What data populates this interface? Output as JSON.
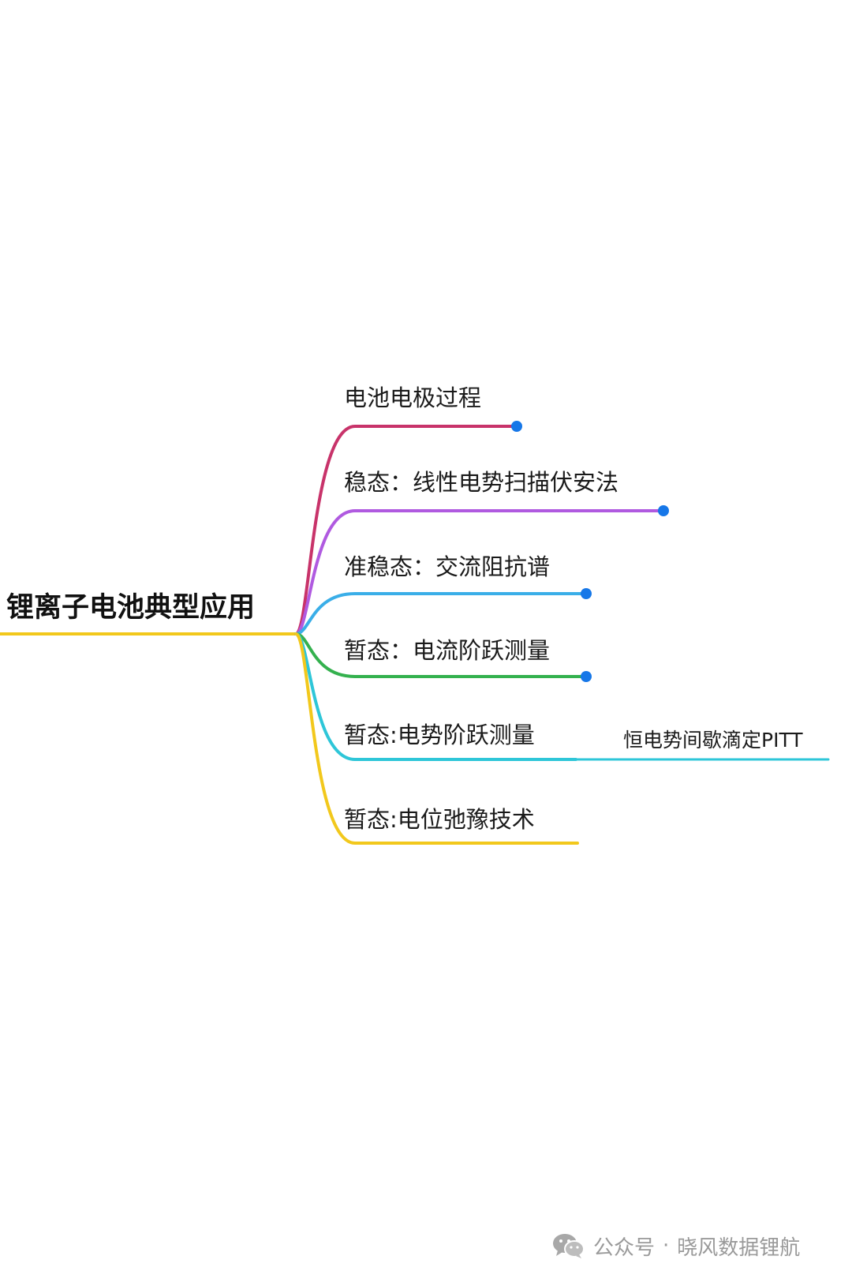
{
  "mindmap": {
    "root": {
      "label": "锂离子电池典型应用",
      "color": "#f2c81c"
    },
    "branches": [
      {
        "label": "电池电极过程",
        "color": "#c8336a",
        "end_dot": true,
        "dot_color": "#1677e8"
      },
      {
        "label": "稳态：线性电势扫描伏安法",
        "color": "#b05ae0",
        "end_dot": true,
        "dot_color": "#1677e8"
      },
      {
        "label": "准稳态：交流阻抗谱",
        "color": "#3aaee8",
        "end_dot": true,
        "dot_color": "#1677e8"
      },
      {
        "label": "暂态：电流阶跃测量",
        "color": "#34b14e",
        "end_dot": true,
        "dot_color": "#1677e8"
      },
      {
        "label": "暂态:电势阶跃测量",
        "color": "#2ec6d8",
        "end_dot": false,
        "child": {
          "label": "恒电势间歇滴定PITT",
          "color": "#2ec6d8"
        }
      },
      {
        "label": "暂态:电位弛豫技术",
        "color": "#f2c81c",
        "end_dot": false
      }
    ]
  },
  "watermark": {
    "icon": "wechat-icon",
    "source": "公众号",
    "separator": "·",
    "account": "晓风数据锂航"
  }
}
